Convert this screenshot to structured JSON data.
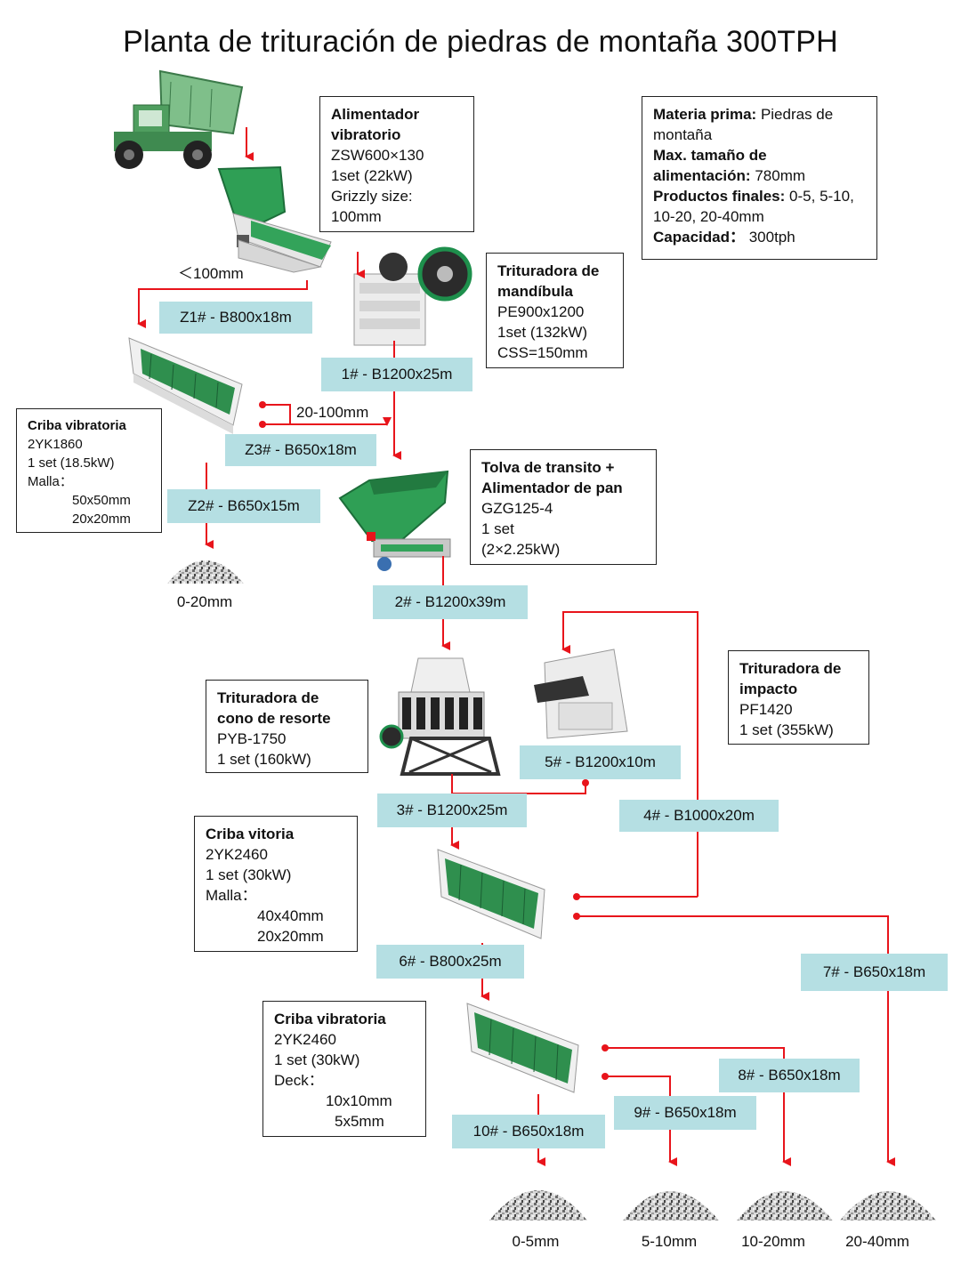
{
  "title": "Planta de trituración de piedras de montaña 300TPH",
  "info_box": {
    "materia_label": "Materia prima:",
    "materia_value": "Piedras de montaña",
    "max_label": "Max. tamaño de alimentación:",
    "max_value": "780mm",
    "productos_label": "Productos finales:",
    "productos_value": "0-5, 5-10, 10-20, 20-40mm",
    "capacidad_label": "Capacidad：",
    "capacidad_value": "300tph"
  },
  "equipment": {
    "feeder": {
      "name": "Alimentador vibratorio",
      "model": "ZSW600×130",
      "power": "1set  (22kW)",
      "extra1": "Grizzly size:",
      "extra2": "100mm"
    },
    "jaw": {
      "name": "Trituradora de mandíbula",
      "model": "PE900x1200",
      "power": "1set  (132kW)",
      "extra": "CSS=150mm"
    },
    "screen1": {
      "name": "Criba vibratoria",
      "model": "2YK1860",
      "power": "1 set  (18.5kW)",
      "mesh_label": "Malla：",
      "mesh1": "50x50mm",
      "mesh2": "20x20mm"
    },
    "hopper": {
      "name": "Tolva de transito + Alimentador de pan",
      "model": "GZG125-4",
      "qty": "1 set",
      "power": "(2×2.25kW)"
    },
    "cone": {
      "name": "Trituradora de cono de resorte",
      "model": "PYB-1750",
      "power": "1 set  (160kW)"
    },
    "impact": {
      "name": "Trituradora de impacto",
      "model": "PF1420",
      "power": "1 set  (355kW)"
    },
    "screen2": {
      "name": "Criba vitoria",
      "model": "2YK2460",
      "power": "1 set  (30kW)",
      "mesh_label": "Malla：",
      "mesh1": "40x40mm",
      "mesh2": "20x20mm"
    },
    "screen3": {
      "name": "Criba vibratoria",
      "model": "2YK2460",
      "power": "1 set  (30kW)",
      "deck_label": "Deck：",
      "deck1": "10x10mm",
      "deck2": "5x5mm"
    }
  },
  "belts": {
    "z1": "Z1# - B800x18m",
    "b1": "1# - B1200x25m",
    "z3": "Z3# - B650x18m",
    "z2": "Z2# - B650x15m",
    "b2": "2# - B1200x39m",
    "b5": "5# - B1200x10m",
    "b3": "3# - B1200x25m",
    "b4": "4# - B1000x20m",
    "b6": "6# - B800x25m",
    "b7": "7# - B650x18m",
    "b8": "8# - B650x18m",
    "b9": "9# - B650x18m",
    "b10": "10# - B650x18m"
  },
  "labels": {
    "under100": "＜100mm",
    "range20_100": "20-100mm"
  },
  "products": [
    "0-20mm",
    "0-5mm",
    "5-10mm",
    "10-20mm",
    "20-40mm"
  ],
  "colors": {
    "arrow": "#e8141b",
    "belt": "#b5dfe3",
    "machine_green": "#2f8f4e"
  }
}
